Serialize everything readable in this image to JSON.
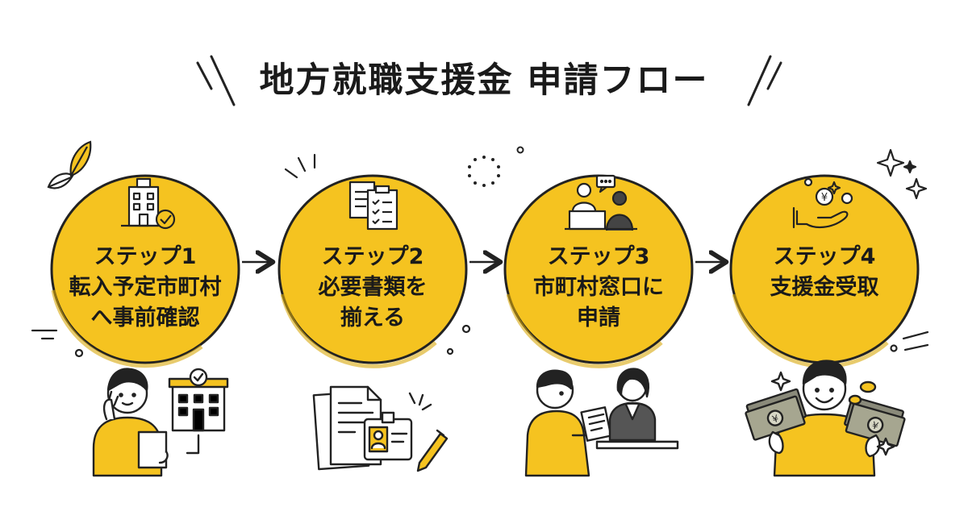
{
  "title": "地方就職支援金 申請フロー",
  "colors": {
    "accent": "#f5c320",
    "ink": "#1a1a1a",
    "outline": "#222222"
  },
  "steps": [
    {
      "label": "ステップ1",
      "lines": [
        "転入予定市町村",
        "へ事前確認"
      ],
      "icon": "office-building-check-icon",
      "illustration": "person-phoning-building"
    },
    {
      "label": "ステップ2",
      "lines": [
        "必要書類を",
        "揃える"
      ],
      "icon": "documents-checklist-icon",
      "illustration": "documents-idcard-pencil"
    },
    {
      "label": "ステップ3",
      "lines": [
        "市町村窓口に",
        "申請"
      ],
      "icon": "counter-consultation-icon",
      "illustration": "person-submitting-to-clerk"
    },
    {
      "label": "ステップ4",
      "lines": [
        "支援金受取"
      ],
      "icon": "hand-receiving-yen-icon",
      "illustration": "person-holding-banknotes"
    }
  ]
}
